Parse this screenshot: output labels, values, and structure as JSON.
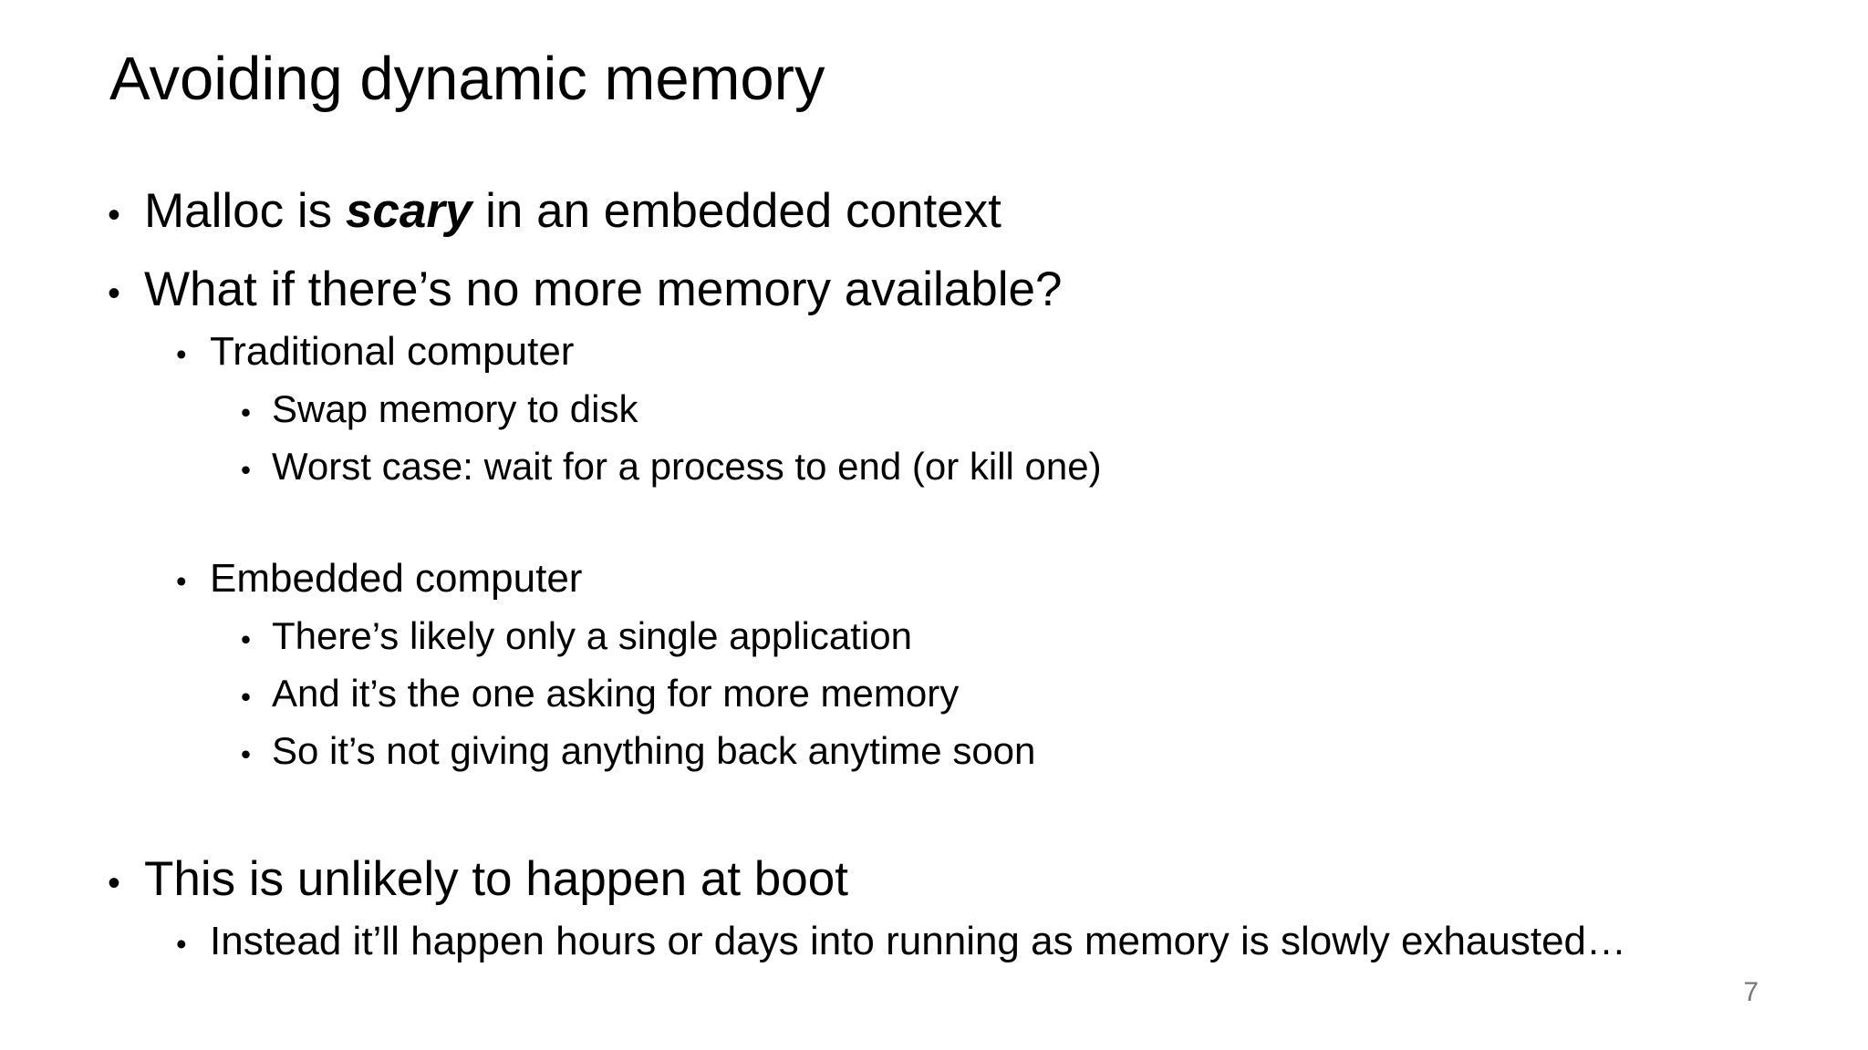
{
  "slide": {
    "title": "Avoiding dynamic memory",
    "page_number": "7",
    "bullet_char": "•",
    "colors": {
      "background": "#ffffff",
      "text": "#000000",
      "page_number": "#76797c"
    },
    "bullets": [
      {
        "level": 1,
        "segments": [
          {
            "text": "Malloc is "
          },
          {
            "text": "scary",
            "emphasis": "bold-italic"
          },
          {
            "text": " in an embedded context"
          }
        ]
      },
      {
        "level": 1,
        "text": "What if there’s no more memory available?"
      },
      {
        "level": 2,
        "text": "Traditional computer"
      },
      {
        "level": 3,
        "text": "Swap memory to disk"
      },
      {
        "level": 3,
        "text": "Worst case: wait for a process to end (or kill one)"
      },
      {
        "type": "gap"
      },
      {
        "level": 2,
        "text": "Embedded computer"
      },
      {
        "level": 3,
        "text": "There’s likely only a single application"
      },
      {
        "level": 3,
        "text": "And it’s the one asking for more memory"
      },
      {
        "level": 3,
        "text": "So it’s not giving anything back anytime soon"
      },
      {
        "type": "gap"
      },
      {
        "level": 1,
        "text": "This is unlikely to happen at boot"
      },
      {
        "level": 2,
        "text": "Instead it’ll happen hours or days into running as memory is slowly exhausted…"
      }
    ]
  }
}
